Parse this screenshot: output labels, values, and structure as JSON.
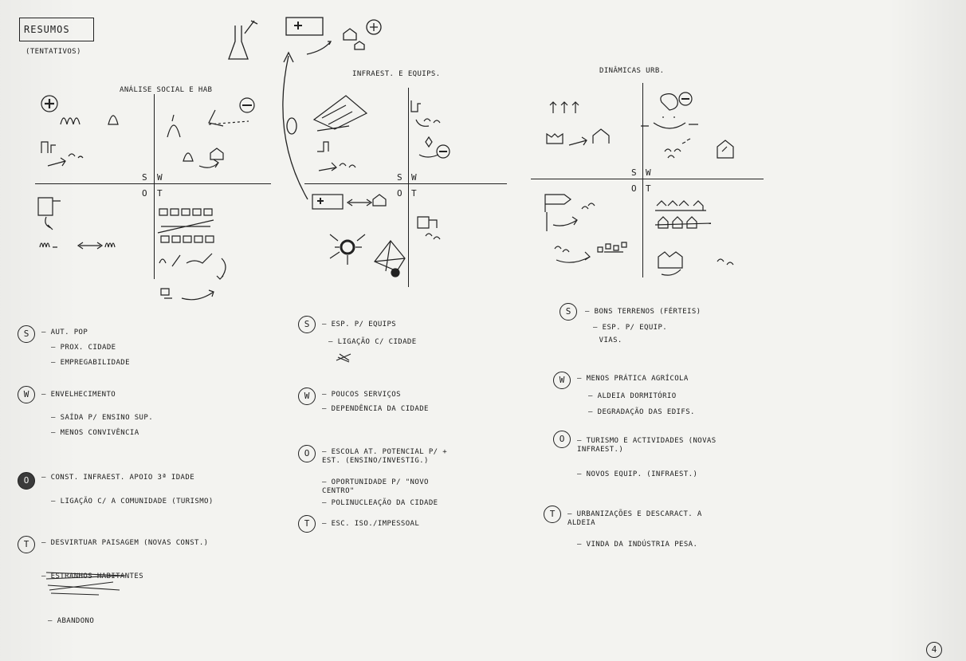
{
  "header": {
    "title": "RESUMOS",
    "subtitle": "(TENTATIVOS)"
  },
  "quadrant_labels": {
    "s": "S",
    "w": "W",
    "o": "O",
    "t": "T"
  },
  "page_number": "4",
  "sections": [
    {
      "heading": "ANÁLISE SOCIAL E HAB",
      "strengths": [
        "AUT. POP",
        "PROX. CIDADE",
        "EMPREGABILIDADE"
      ],
      "weaknesses": [
        "ENVELHECIMENTO",
        "SAÍDA P/ ENSINO SUP.",
        "MENOS CONVIVÊNCIA"
      ],
      "opportunities": [
        "CONST. INFRAEST. APOIO 3ª IDADE",
        "LIGAÇÃO C/ A COMUNIDADE (TURISMO)"
      ],
      "threats": [
        "DESVIRTUAR PAISAGEM (NOVAS CONST.)",
        "ESTRANHOS HABITANTES",
        "ABANDONO"
      ]
    },
    {
      "heading": "INFRAEST. E EQUIPS.",
      "strengths": [
        "ESP. P/ EQUIPS",
        "LIGAÇÃO C/ CIDADE"
      ],
      "weaknesses": [
        "POUCOS SERVIÇOS",
        "DEPENDÊNCIA DA CIDADE"
      ],
      "opportunities": [
        "ESCOLA AT. POTENCIAL P/ + EST. (ENSINO/INVESTIG.)",
        "OPORTUNIDADE P/ \"NOVO CENTRO\"",
        "POLINUCLEAÇÃO DA CIDADE"
      ],
      "threats": [
        "ESC. ISO./IMPESSOAL"
      ]
    },
    {
      "heading": "DINÂMICAS URB.",
      "strengths": [
        "BONS TERRENOS (FÉRTEIS)",
        "ESP. P/ EQUIP.",
        "VIAS."
      ],
      "weaknesses": [
        "MENOS PRÁTICA AGRÍCOLA",
        "ALDEIA DORMITÓRIO",
        "DEGRADAÇÃO DAS EDIFS."
      ],
      "opportunities": [
        "TURISMO E ACTIVIDADES (NOVAS INFRAEST.)",
        "NOVOS EQUIP. (INFRAEST.)"
      ],
      "threats": [
        "URBANIZAÇÕES E DESCARACT. A ALDEIA",
        "VINDA DA INDÚSTRIA PESA."
      ]
    }
  ]
}
